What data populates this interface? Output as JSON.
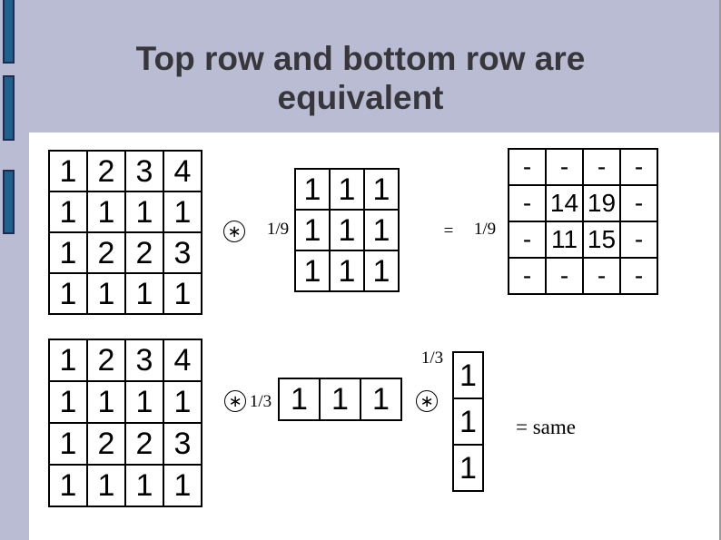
{
  "title": {
    "line1": "Top row and bottom row are",
    "line2": "equivalent"
  },
  "top_equation": {
    "input_matrix": [
      [
        "1",
        "2",
        "3",
        "4"
      ],
      [
        "1",
        "1",
        "1",
        "1"
      ],
      [
        "1",
        "2",
        "2",
        "3"
      ],
      [
        "1",
        "1",
        "1",
        "1"
      ]
    ],
    "operator": "∗",
    "kernel_scale": "1/9",
    "kernel_matrix": [
      [
        "1",
        "1",
        "1"
      ],
      [
        "1",
        "1",
        "1"
      ],
      [
        "1",
        "1",
        "1"
      ]
    ],
    "equals_sign": "=",
    "result_scale": "1/9",
    "result_matrix": [
      [
        "-",
        "-",
        "-",
        "-"
      ],
      [
        "-",
        "14",
        "19",
        "-"
      ],
      [
        "-",
        "11",
        "15",
        "-"
      ],
      [
        "-",
        "-",
        "-",
        "-"
      ]
    ]
  },
  "bottom_equation": {
    "input_matrix": [
      [
        "1",
        "2",
        "3",
        "4"
      ],
      [
        "1",
        "1",
        "1",
        "1"
      ],
      [
        "1",
        "2",
        "2",
        "3"
      ],
      [
        "1",
        "1",
        "1",
        "1"
      ]
    ],
    "operator_row": "∗",
    "row_kernel_scale": "1/3",
    "row_kernel_matrix": [
      [
        "1",
        "1",
        "1"
      ]
    ],
    "operator_col": "∗",
    "col_kernel_scale": "1/3",
    "col_kernel_matrix": [
      [
        "1"
      ],
      [
        "1"
      ],
      [
        "1"
      ]
    ],
    "result_text": "= same"
  },
  "colors": {
    "slide_background": "#b9bcd2",
    "content_background": "#ffffff",
    "accent_bar_fill": "#20608d",
    "accent_bar_border": "#1c2b52",
    "title_text": "#37373b",
    "matrix_border": "#000000",
    "right_edge_line": "#9a9a9a"
  }
}
